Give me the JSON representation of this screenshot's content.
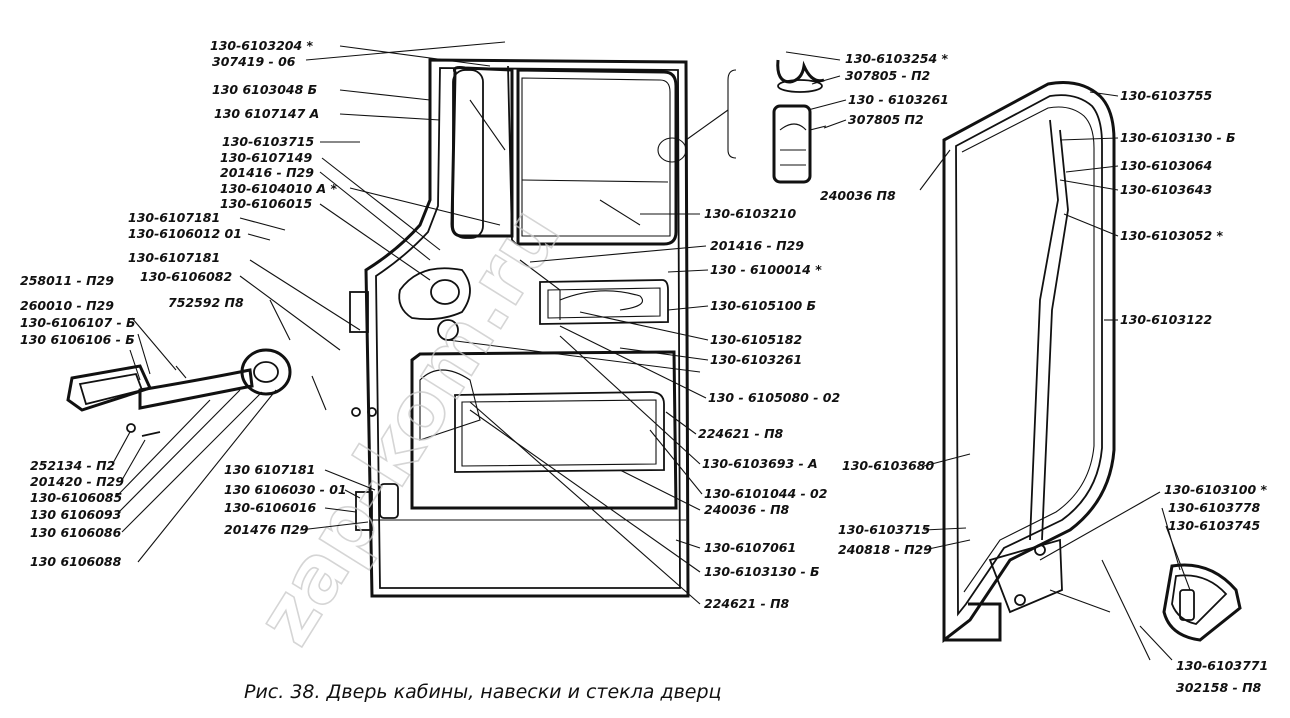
{
  "caption": "Рис. 38. Дверь кабины, навески и стекла дверц",
  "watermark": "zap-kom.ru",
  "labels": {
    "l01": "130-6103204 *",
    "l02": "307419 - 06",
    "l03": "130 6103048 Б",
    "l04": "130 6107147 А",
    "l05": "130-6103715",
    "l06": "130-6107149",
    "l07": "201416 - П29",
    "l08": "130-6104010 А *",
    "l09": "130-6106015",
    "l10": "130-6107181",
    "l11": "130-6106012 01",
    "l12": "130-6107181",
    "l13": "130-6106082",
    "l14": "258011 - П29",
    "l15": "752592 П8",
    "l16": "260010 - П29",
    "l17": "130-6106107 - Б",
    "l18": "130 6106106 - Б",
    "l19": "252134 - П2",
    "l20": "201420 - П29",
    "l21": "130-6106085",
    "l22": "130 6106093",
    "l23": "130 6106086",
    "l24": "130 6106088",
    "l25": "130 6107181",
    "l26": "130 6106030 - 01",
    "l27": "130-6106016",
    "l28": "201476 П29",
    "l29": "130-6103254 *",
    "l30": "307805 - П2",
    "l31": "130 - 6103261",
    "l32": "307805 П2",
    "l33": "130-6103210",
    "l34": "201416 - П29",
    "l35": "130 - 6100014 *",
    "l36": "130-6105100 Б",
    "l37": "130-6105182",
    "l38": "130-6103261",
    "l39": "130 - 6105080 - 02",
    "l40": "224621 - П8",
    "l41": "130-6103693 - А",
    "l42": "130-6101044 - 02",
    "l43": "240036 - П8",
    "l44": "130-6107061",
    "l45": "130-6103130 - Б",
    "l46": "224621 - П8",
    "l47": "130-6103755",
    "l48": "130-6103130 - Б",
    "l49": "130-6103064",
    "l50": "130-6103643",
    "l51": "240036 П8",
    "l52": "130-6103052 *",
    "l53": "130-6103122",
    "l54": "130-6103680",
    "l55": "130-6103100 *",
    "l56": "130-6103778",
    "l57": "130-6103745",
    "l58": "130-6103715",
    "l59": "240818 - П29",
    "l60": "130-6103771",
    "l61": "302158 - П8"
  }
}
